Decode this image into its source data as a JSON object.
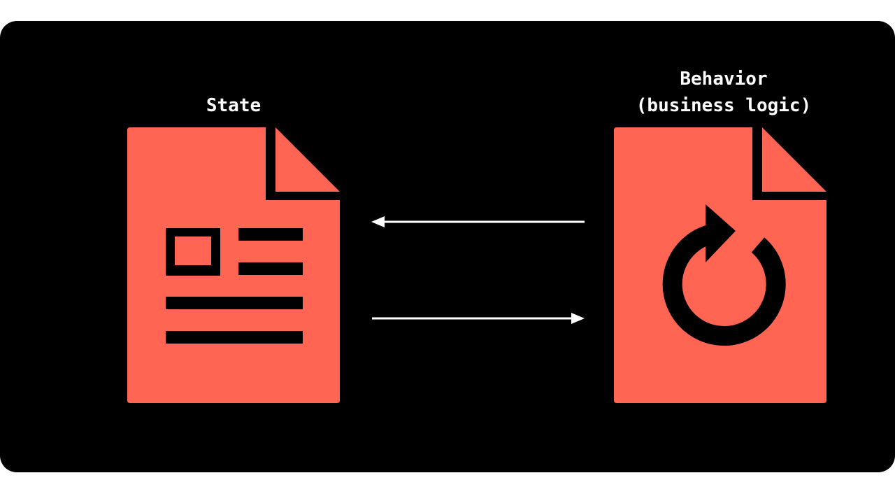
{
  "state": {
    "label": "State"
  },
  "behavior": {
    "label_line1": "Behavior",
    "label_line2": "(business logic)"
  },
  "colors": {
    "background": "#000000",
    "page": "#ffffff",
    "document": "#FF6552",
    "arrow": "#ffffff",
    "text": "#ffffff"
  },
  "icons": {
    "state_document": "document-text-icon",
    "behavior_document": "document-refresh-icon",
    "refresh": "refresh-icon"
  }
}
